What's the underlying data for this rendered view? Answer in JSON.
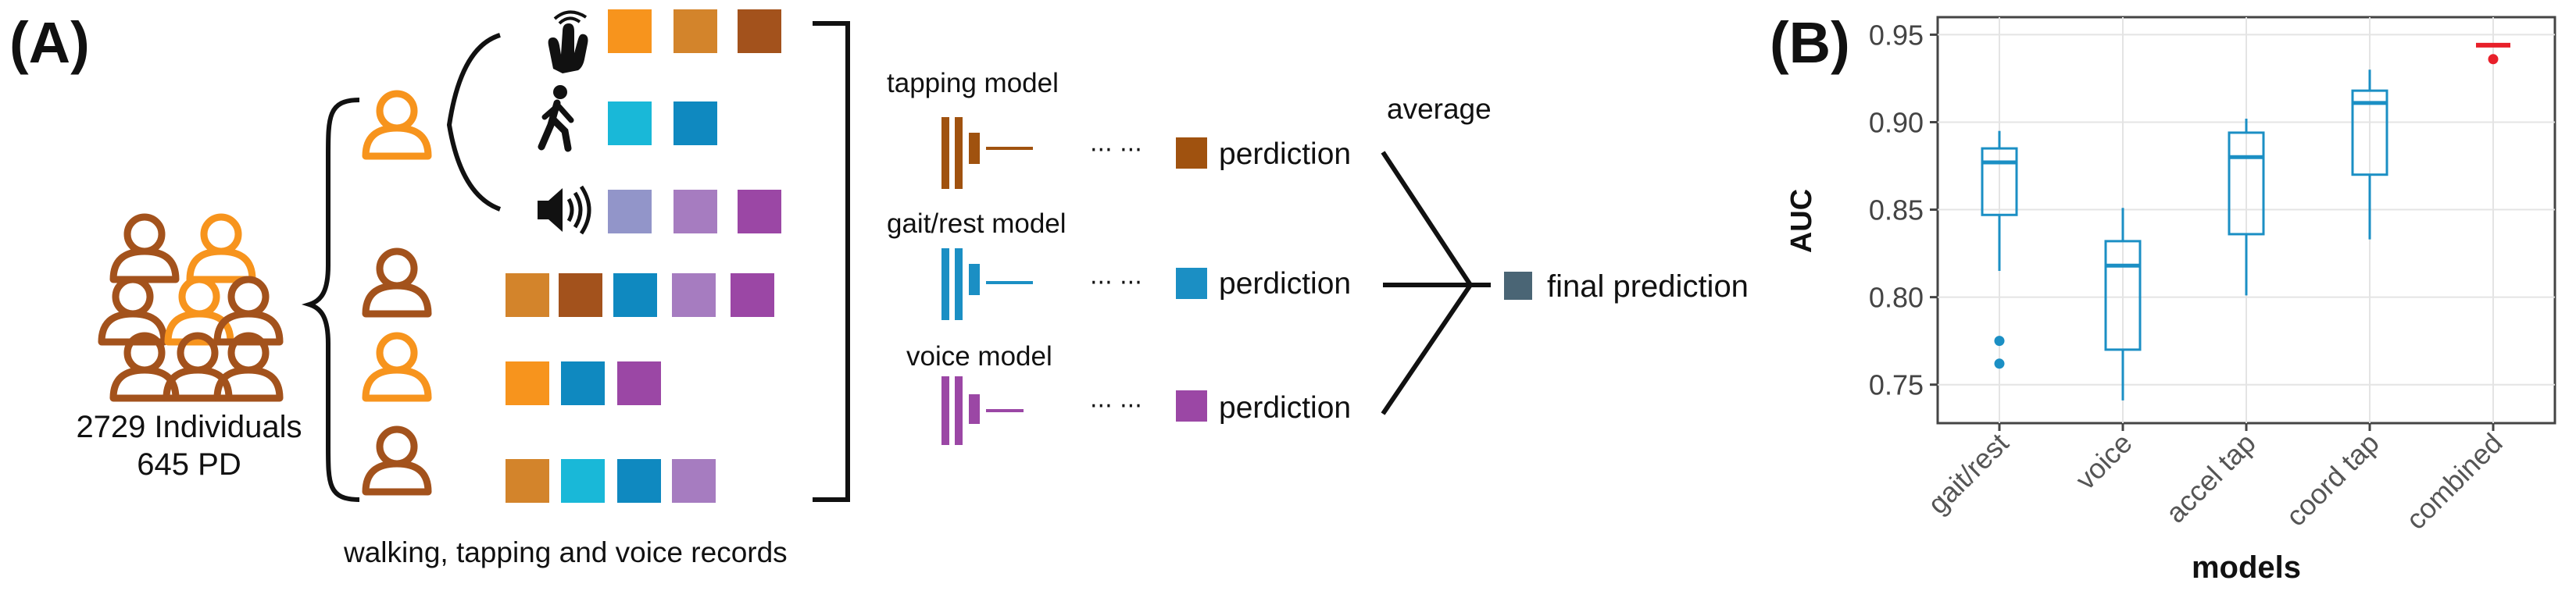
{
  "panel_a": {
    "label": "(A)",
    "cohort_line1": "2729 Individuals",
    "cohort_line2": "645 PD",
    "records_caption": "walking, tapping and voice records",
    "models": [
      {
        "name": "tapping model",
        "output": "perdiction",
        "color": "#a0520f"
      },
      {
        "name": "gait/rest model",
        "output": "perdiction",
        "color": "#1b8fc4"
      },
      {
        "name": "voice model",
        "output": "perdiction",
        "color": "#9b47a5"
      }
    ],
    "ellipsis": "··· ···",
    "average_label": "average",
    "final_label": "final prediction",
    "icons": [
      "hand-tap-icon",
      "walking-person-icon",
      "speaker-icon"
    ],
    "colors": {
      "dark_brown": "#a3521c",
      "orange": "#f7941d",
      "light_brown": "#d3842b",
      "cyan": "#19b8d8",
      "blue": "#0f89c0",
      "lavender": "#9295c9",
      "light_purple": "#a67cc0",
      "purple": "#9b47a5",
      "final": "#4a6575"
    }
  },
  "panel_b": {
    "label": "(B)",
    "chart_data": {
      "type": "box",
      "xlabel": "models",
      "ylabel": "AUC",
      "categories": [
        "gait/rest",
        "voice",
        "accel tap",
        "coord tap",
        "combined"
      ],
      "ylim": [
        0.728,
        0.96
      ],
      "yticks": [
        "0.75",
        "0.80",
        "0.85",
        "0.90",
        "0.95"
      ],
      "ytick_values": [
        0.75,
        0.8,
        0.85,
        0.9,
        0.95
      ],
      "grid": true,
      "boxes": [
        {
          "category": "gait/rest",
          "min": 0.815,
          "q1": 0.847,
          "median": 0.877,
          "q3": 0.885,
          "max": 0.895,
          "outliers": [
            0.775,
            0.762
          ],
          "color": "#1b8fc4"
        },
        {
          "category": "voice",
          "min": 0.741,
          "q1": 0.77,
          "median": 0.818,
          "q3": 0.832,
          "max": 0.851,
          "outliers": [],
          "color": "#1b8fc4"
        },
        {
          "category": "accel tap",
          "min": 0.801,
          "q1": 0.836,
          "median": 0.88,
          "q3": 0.894,
          "max": 0.902,
          "outliers": [],
          "color": "#1b8fc4"
        },
        {
          "category": "coord tap",
          "min": 0.833,
          "q1": 0.87,
          "median": 0.911,
          "q3": 0.918,
          "max": 0.93,
          "outliers": [],
          "color": "#1b8fc4"
        },
        {
          "category": "combined",
          "min": 0.944,
          "q1": 0.944,
          "median": 0.944,
          "q3": 0.944,
          "max": 0.944,
          "outliers": [
            0.936
          ],
          "color": "#e8202a"
        }
      ]
    }
  }
}
